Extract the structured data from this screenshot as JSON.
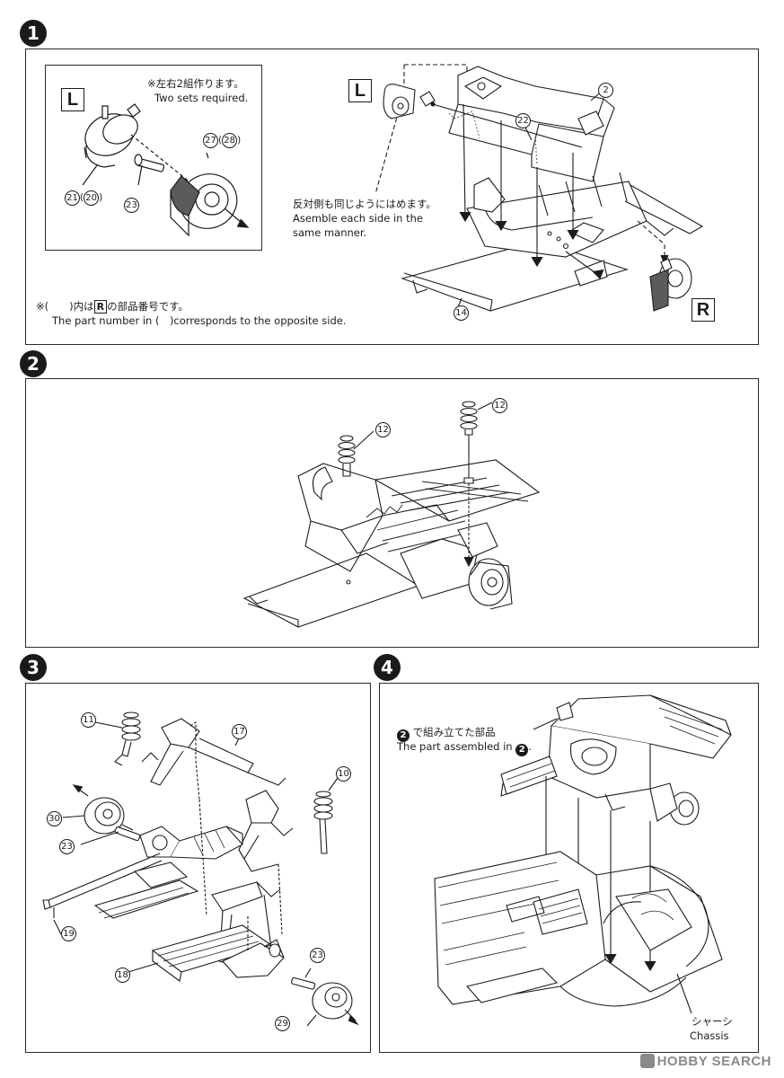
{
  "steps": [
    {
      "label": "1"
    },
    {
      "label": "2"
    },
    {
      "label": "3"
    },
    {
      "label": "4"
    }
  ],
  "step1": {
    "detail_side": "L",
    "main_side_left": "L",
    "main_side_right": "R",
    "two_sets_jp": "※左右2組作ります。",
    "two_sets_en": "Two sets required.",
    "same_side_jp": "反対側も同じようにはめます。",
    "same_side_en_1": "Asemble each side in the",
    "same_side_en_2": "same manner.",
    "note_prefix": "※(　　)内は",
    "note_badge": "R",
    "note_suffix": "の部品番号です。",
    "note_en": "The part number in (　)corresponds to the opposite side.",
    "parts": {
      "p21": "21",
      "p20": "20",
      "p23": "23",
      "p27": "27",
      "p28": "28",
      "p2": "2",
      "p22": "22",
      "p14": "14"
    }
  },
  "step2": {
    "parts": {
      "p12a": "12",
      "p12b": "12"
    }
  },
  "step3": {
    "parts": {
      "p11": "11",
      "p17": "17",
      "p10": "10",
      "p30": "30",
      "p23a": "23",
      "p19": "19",
      "p18": "18",
      "p23b": "23",
      "p29": "29"
    }
  },
  "step4": {
    "assembled_num": "2",
    "assembled_jp": "で組み立てた部品",
    "assembled_en": "The part assembled in",
    "assembled_en_num": "2",
    "chassis_jp": "シャーシ",
    "chassis_en": "Chassis"
  },
  "watermark": "HOBBY SEARCH",
  "icons": {
    "step_number": "filled-black-circle",
    "side_marker": "boxed-letter",
    "part_number": "circled-number",
    "direction": "arrow-icon"
  }
}
